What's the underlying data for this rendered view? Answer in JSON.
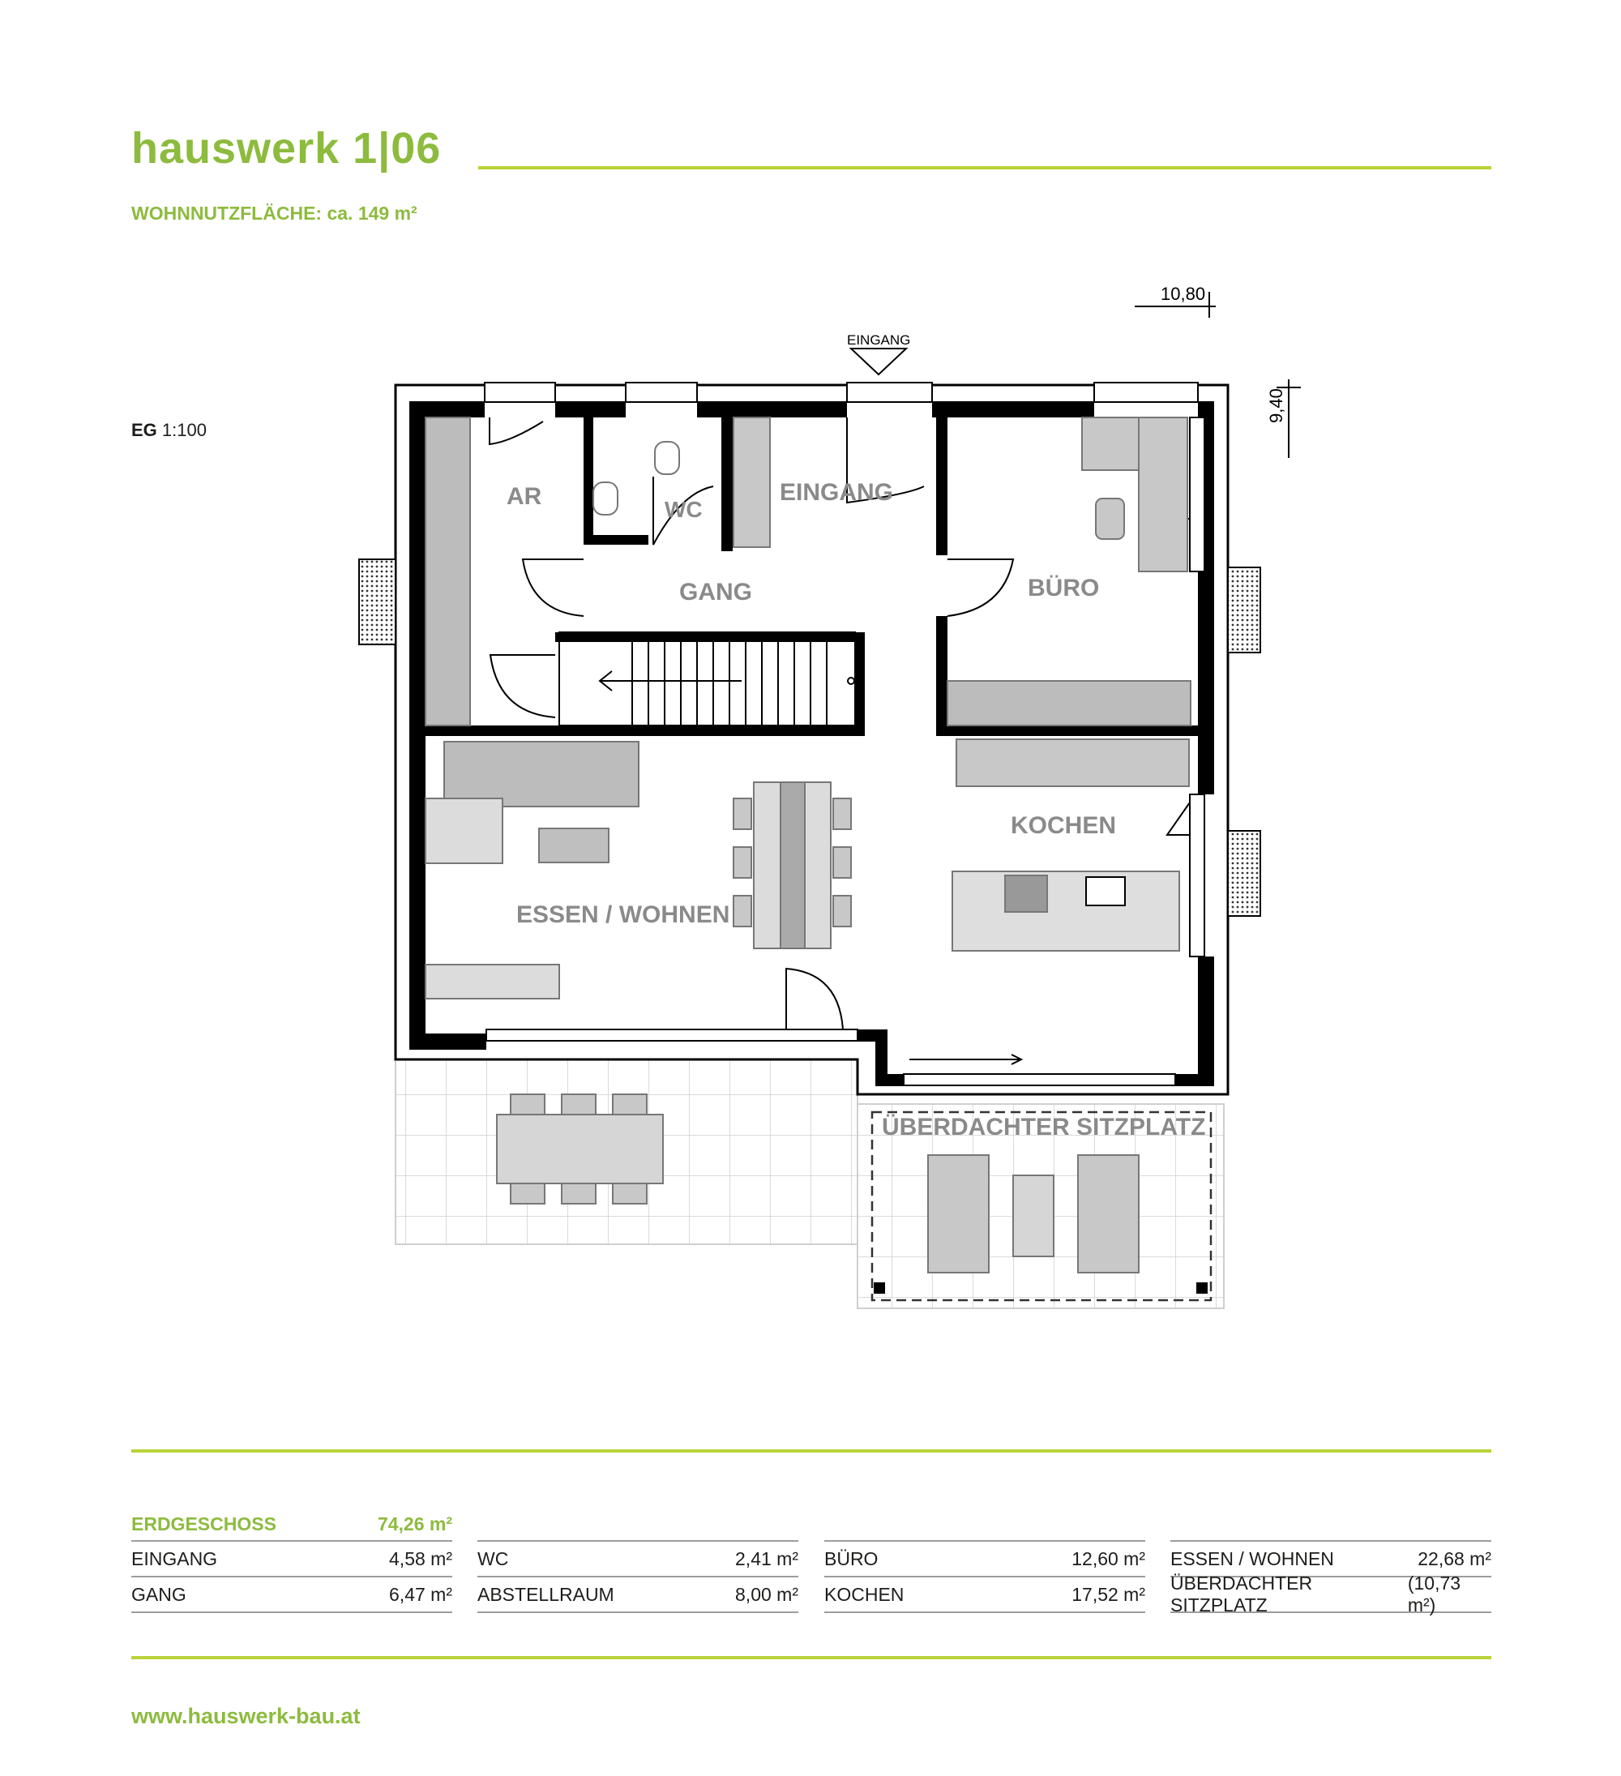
{
  "header": {
    "title": "hauswerk 1|06",
    "area_label": "WOHNNUTZFLÄCHE: ca. 149 m²"
  },
  "plan": {
    "scale_floor": "EG",
    "scale_ratio": "1:100",
    "dimension_width": "10,80",
    "dimension_depth": "9,40",
    "entrance_marker": "EINGANG",
    "rooms": {
      "ar": "AR",
      "wc": "WC",
      "eingang": "EINGANG",
      "gang": "GANG",
      "buero": "BÜRO",
      "kochen": "KOCHEN",
      "essen_wohnen": "ESSEN / WOHNEN",
      "sitzplatz": "ÜBERDACHTER SITZPLATZ"
    }
  },
  "areas": {
    "floor_name": "ERDGESCHOSS",
    "floor_total": "74,26 m²",
    "columns": [
      [
        {
          "name": "EINGANG",
          "value": "4,58 m²"
        },
        {
          "name": "GANG",
          "value": "6,47 m²"
        }
      ],
      [
        {
          "name": "WC",
          "value": "2,41 m²"
        },
        {
          "name": "ABSTELLRAUM",
          "value": "8,00 m²"
        }
      ],
      [
        {
          "name": "BÜRO",
          "value": "12,60 m²"
        },
        {
          "name": "KOCHEN",
          "value": "17,52 m²"
        }
      ],
      [
        {
          "name": "ESSEN / WOHNEN",
          "value": "22,68 m²"
        },
        {
          "name": "ÜBERDACHTER SITZPLATZ",
          "value": "(10,73 m²)"
        }
      ]
    ]
  },
  "footer": {
    "website": "www.hauswerk-bau.at"
  },
  "colors": {
    "brand_green": "#8dbb3e",
    "rule_green": "#b8d33a",
    "wall": "#000000",
    "furniture_grey": "#c8c8c8",
    "label_grey": "#8a8a8a"
  }
}
